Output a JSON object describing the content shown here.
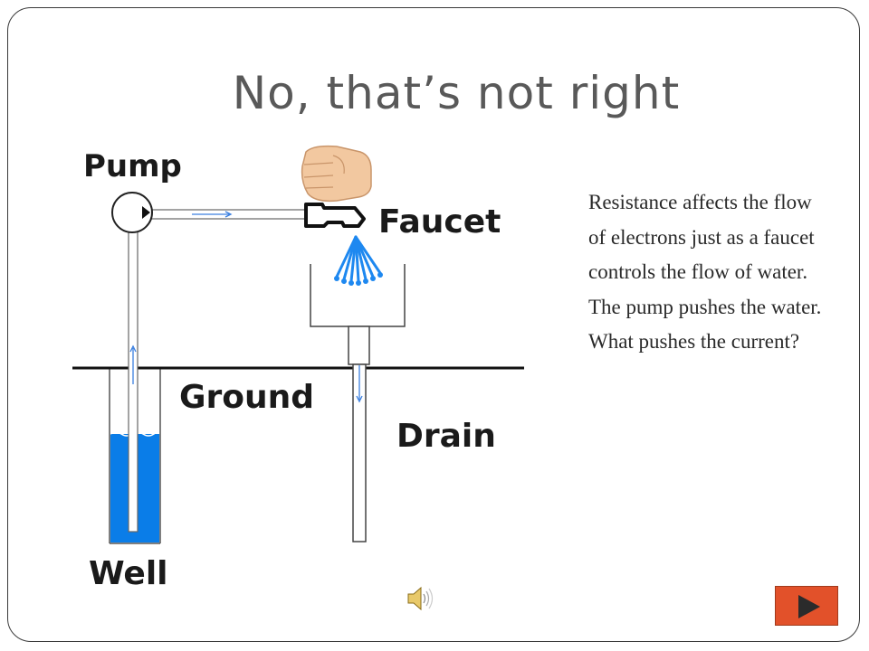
{
  "slide": {
    "title": "No, that’s not right",
    "body": "Resistance affects the flow of electrons just as a faucet controls the flow of water. The pump pushes the water. What pushes the current?"
  },
  "diagram": {
    "labels": {
      "pump": "Pump",
      "faucet": "Faucet",
      "ground": "Ground",
      "drain": "Drain",
      "well": "Well"
    },
    "colors": {
      "water": "#0a7de8",
      "spray": "#1e88f0",
      "pipe": "#777777",
      "hand": "#f2c8a0"
    }
  },
  "controls": {
    "sound_icon": "speaker-icon",
    "next_icon": "play-arrow-icon",
    "accent": "#e2512a"
  }
}
